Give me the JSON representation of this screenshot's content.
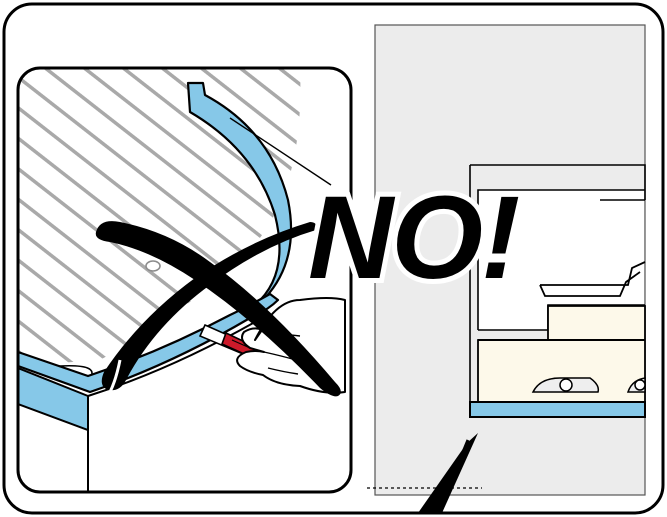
{
  "warning": {
    "text": "NO!",
    "symbol": "cross-mark-icon"
  },
  "colors": {
    "outline": "#000000",
    "background": "#ffffff",
    "edge_trim": "#86c8e8",
    "wall": "#ececec",
    "cabinet_fill": "#fdf9ea",
    "knife_red": "#cc1a2a",
    "stripe": "#a9a9a9",
    "skin": "#ffffff"
  },
  "panels": {
    "left": "inset-trimming-edge-strip-with-cutter",
    "right": "installed-cabinet-with-edge-strip"
  }
}
